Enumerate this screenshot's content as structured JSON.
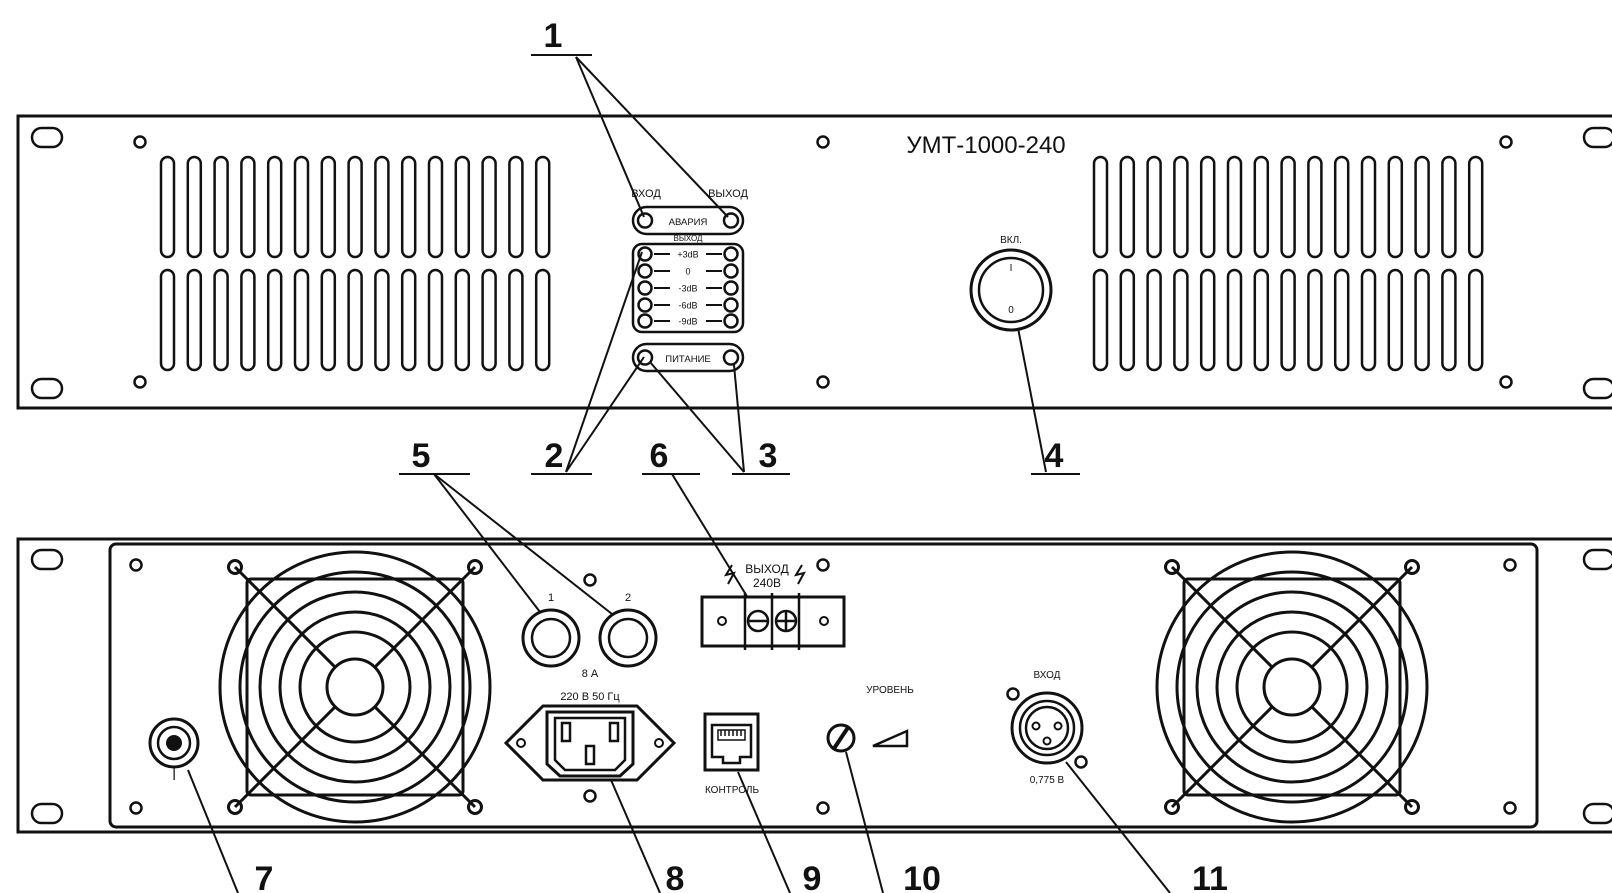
{
  "front_panel": {
    "model": "УМТ-1000-240",
    "input_label": "ВХОД",
    "output_label": "ВЫХОД",
    "alarm_label": "АВАРИЯ",
    "level_title": "ВЫХОД",
    "level_marks": [
      "+3dB",
      "0",
      "-3dB",
      "-6dB",
      "-9dB"
    ],
    "power_label": "ПИТАНИЕ",
    "switch_label": "ВКЛ.",
    "switch_on": "I",
    "switch_off": "0"
  },
  "rear_panel": {
    "fuse_labels": [
      "1",
      "2"
    ],
    "fuse_rating": "8 А",
    "output_label": "ВЫХОД",
    "output_voltage": "240В",
    "mains_label": "220 В 50 Гц",
    "control_label": "КОНТРОЛЬ",
    "level_label": "УРОВЕНЬ",
    "input_label": "ВХОД",
    "input_level": "0,775 В",
    "ground_symbol": "⊥"
  },
  "callouts": [
    "1",
    "2",
    "3",
    "4",
    "5",
    "6",
    "7",
    "8",
    "9",
    "10",
    "11"
  ]
}
